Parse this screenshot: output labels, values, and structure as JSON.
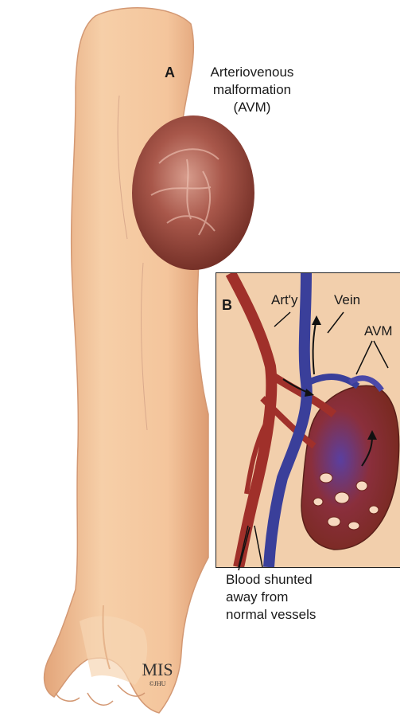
{
  "panel_a": {
    "letter": "A",
    "title_lines": [
      "Arteriovenous",
      "malformation",
      "(AVM)"
    ]
  },
  "panel_b": {
    "letter": "B",
    "labels": {
      "artery": "Art'y",
      "vein": "Vein",
      "avm": "AVM"
    },
    "caption_lines": [
      "Blood shunted",
      "away from",
      "normal vessels"
    ]
  },
  "signature": {
    "mark": "MIS",
    "credit": "©JHU"
  },
  "colors": {
    "skin": "#f4c9a1",
    "skin_shadow": "#e2a87b",
    "mass": "#9c4a3e",
    "artery": "#a0302a",
    "vein": "#3a3f9a",
    "panel_bg": "#f5d9bb"
  }
}
